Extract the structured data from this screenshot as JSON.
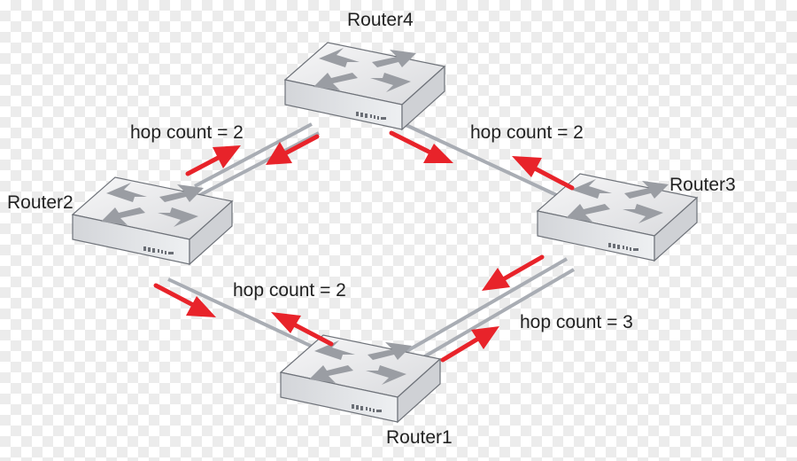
{
  "routers": [
    {
      "id": "r4",
      "label": "Router4"
    },
    {
      "id": "r2",
      "label": "Router2"
    },
    {
      "id": "r3",
      "label": "Router3"
    },
    {
      "id": "r1",
      "label": "Router1"
    }
  ],
  "hop_labels": [
    {
      "id": "hop-r2-r4",
      "text": "hop count = 2"
    },
    {
      "id": "hop-r4-r3",
      "text": "hop count = 2"
    },
    {
      "id": "hop-r2-r1",
      "text": "hop count = 2"
    },
    {
      "id": "hop-r1-r3",
      "text": "hop count = 3"
    }
  ],
  "colors": {
    "arrow": "#e8232a",
    "link": "#a9adb4",
    "router_body": "#e9eaec",
    "router_edge": "#6f737a"
  }
}
